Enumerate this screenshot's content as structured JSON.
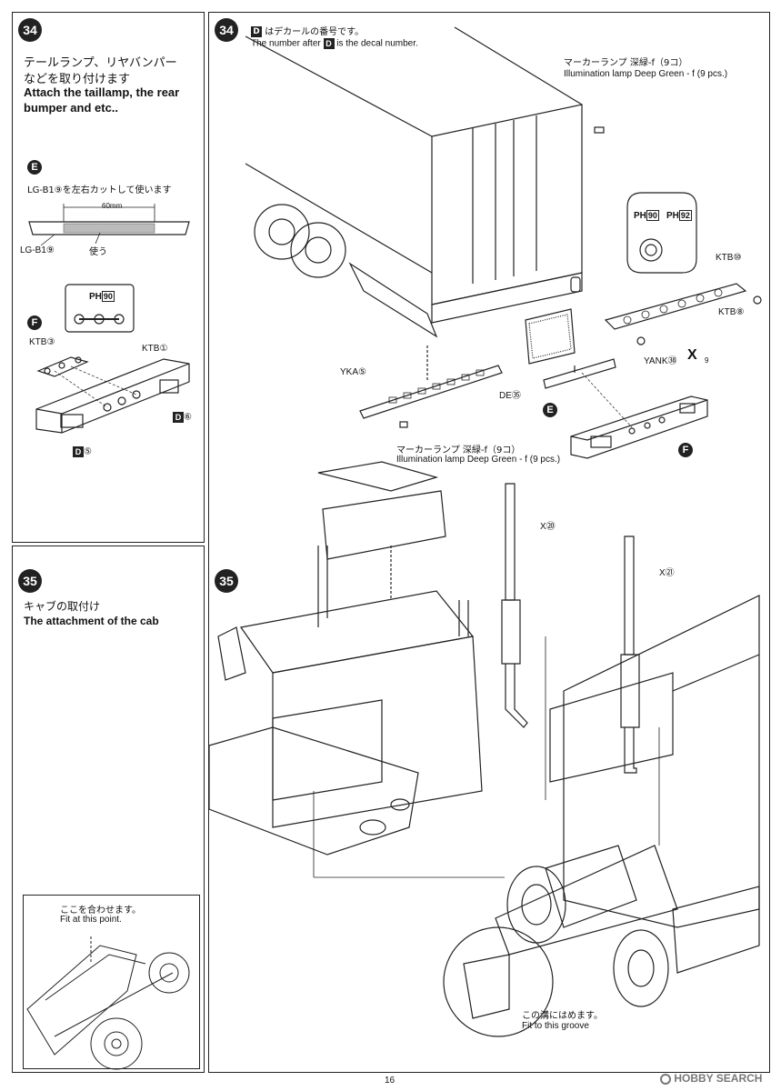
{
  "left": {
    "step34": {
      "number": "34",
      "title_jp_line1": "テールランプ、リヤバンパー",
      "title_jp_line2": "などを取り付けます",
      "title_en_line1": "Attach the taillamp, the rear",
      "title_en_line2": "bumper and etc.."
    },
    "subE": {
      "letter": "E",
      "instruction": "LG-B1⑨を左右カットして使います",
      "dimension": "60mm",
      "part_label": "LG-B1⑨",
      "use_label": "使う"
    },
    "subF": {
      "letter": "F",
      "ph_label": "PH",
      "ph_number": "90",
      "ktb3": "KTB③",
      "ktb1": "KTB①",
      "decal6_letter": "D",
      "decal6_num": "⑥",
      "decal5_letter": "D",
      "decal5_num": "⑤"
    },
    "step35": {
      "number": "35",
      "title_jp": "キャブの取付け",
      "title_en": "The attachment of the cab"
    },
    "inset": {
      "jp": "ここを合わせます。",
      "en": "Fit at this point."
    }
  },
  "main": {
    "step34": {
      "number": "34",
      "decal_letter": "D",
      "decal_note_jp": "はデカールの番号です。",
      "decal_note_en_prefix": "The number after",
      "decal_note_en_suffix": "is the decal number.",
      "marker_top_jp": "マーカーランプ 深緑-f（9コ）",
      "marker_top_en": "Illumination lamp Deep Green - f (9 pcs.)",
      "ph90": "90",
      "ph92": "92",
      "ph_label": "PH",
      "ktb10": "KTB⑩",
      "ktb8": "KTB⑧",
      "yank38": "YANK㊳",
      "warning_num": "9",
      "yka5": "YKA⑤",
      "de35": "DE㉟",
      "marker_bottom_jp": "マーカーランプ 深緑-f（9コ）",
      "marker_bottom_en": "Illumination lamp Deep Green - f (9 pcs.)",
      "e_letter": "E",
      "f_letter": "F"
    },
    "step35": {
      "number": "35",
      "x20": "X⑳",
      "x21": "X㉑",
      "groove_jp": "この溝にはめます。",
      "groove_en": "Fit to this groove"
    }
  },
  "footer": {
    "page_number": "16",
    "watermark": "HOBBY SEARCH"
  }
}
